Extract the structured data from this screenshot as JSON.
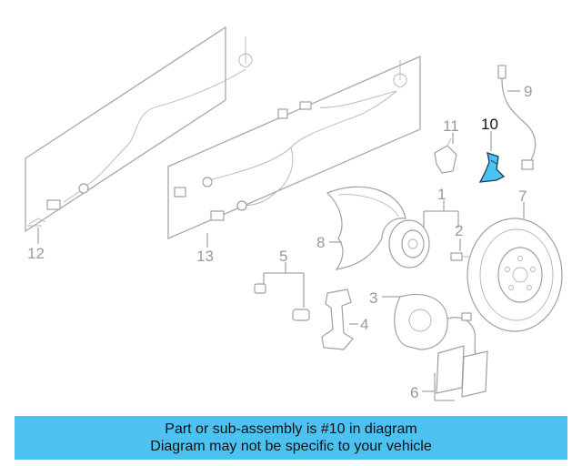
{
  "callouts": {
    "c1": "1",
    "c2": "2",
    "c3": "3",
    "c4": "4",
    "c5": "5",
    "c6": "6",
    "c7": "7",
    "c8": "8",
    "c9": "9",
    "c10": "10",
    "c11": "11",
    "c12": "12",
    "c13": "13"
  },
  "highlight": {
    "part_number": "10",
    "color": "#4cc2f1"
  },
  "banner": {
    "line1": "Part or sub-assembly is #10 in diagram",
    "line2": "Diagram may not be specific to your vehicle",
    "background": "#4cc2f1"
  }
}
